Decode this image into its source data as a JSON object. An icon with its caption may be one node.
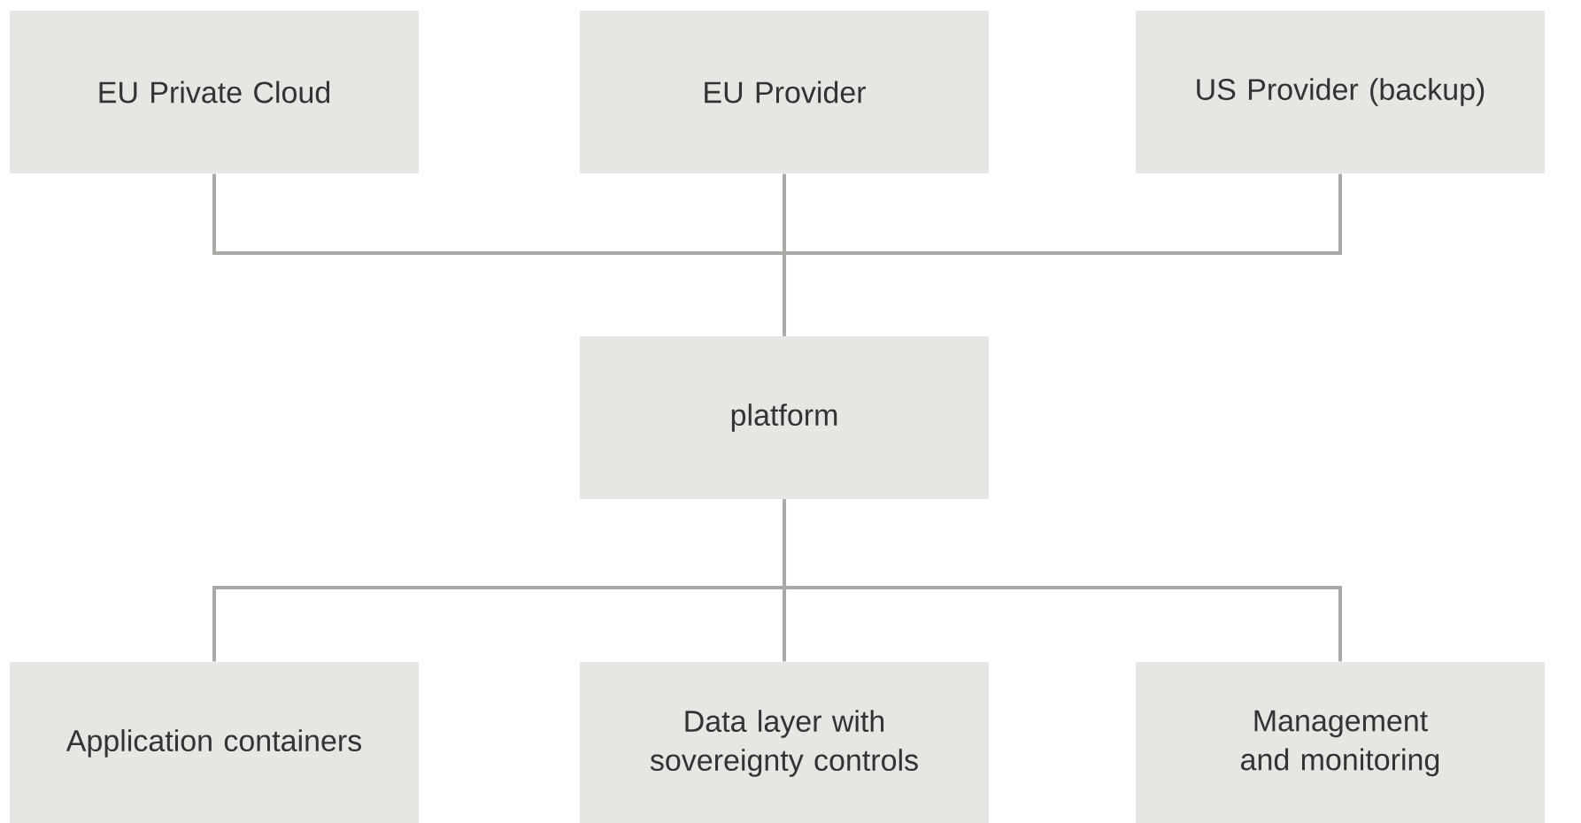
{
  "diagram": {
    "nodes": [
      {
        "text": [
          "EU Private Cloud"
        ]
      },
      {
        "text": [
          "EU Provider"
        ]
      },
      {
        "text": [
          "US Provider (backup)"
        ]
      },
      {
        "text": [
          "platform"
        ]
      },
      {
        "text": [
          "Application containers"
        ]
      },
      {
        "text": [
          "Data layer with sovereignty controls"
        ]
      },
      {
        "text": [
          "Management and monitoring"
        ]
      }
    ],
    "edges": [
      {
        "from": 0,
        "to": 3,
        "arrow": "none"
      },
      {
        "from": 1,
        "to": 3,
        "arrow": "none"
      },
      {
        "from": 2,
        "to": 3,
        "arrow": "none"
      },
      {
        "from": 3,
        "to": 4,
        "arrow": "none"
      },
      {
        "from": 3,
        "to": 5,
        "arrow": "none"
      },
      {
        "from": 3,
        "to": 6,
        "arrow": "none"
      }
    ]
  }
}
